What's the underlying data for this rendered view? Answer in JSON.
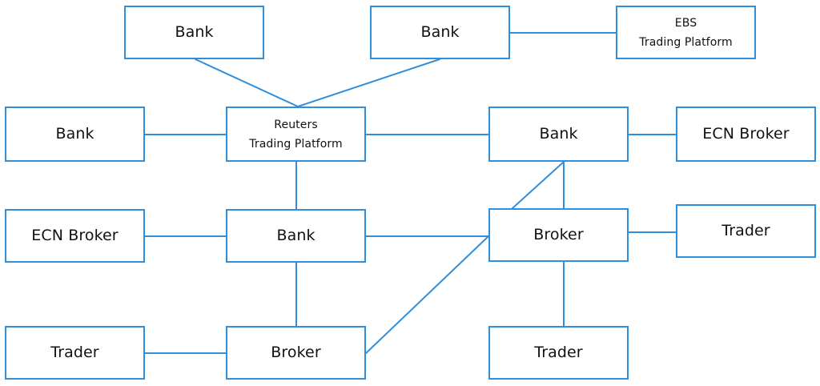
{
  "diagram": {
    "line_color": "#2f8fdc",
    "text_color": "#111111",
    "nodes": {
      "bank_top_left": "Bank",
      "bank_top_middle": "Bank",
      "ebs_platform": [
        "EBS",
        "Trading Platform"
      ],
      "bank_left": "Bank",
      "reuters_platform": [
        "Reuters",
        "Trading Platform"
      ],
      "bank_right": "Bank",
      "ecn_broker_right": "ECN Broker",
      "ecn_broker_left": "ECN Broker",
      "bank_center": "Bank",
      "broker_right": "Broker",
      "trader_right": "Trader",
      "trader_bottom_left": "Trader",
      "broker_bottom": "Broker",
      "trader_bottom_right": "Trader"
    }
  }
}
